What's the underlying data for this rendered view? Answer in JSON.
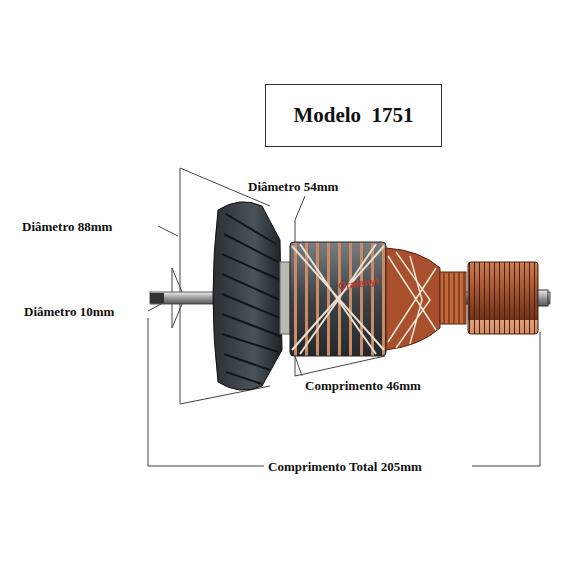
{
  "diagram": {
    "title": "Modelo  1751",
    "labels": [
      "Diâmetro 54mm",
      "Diâmetro 88mm",
      "Diâmetro 10mm",
      "Grafenyl",
      "Comprimento 46mm",
      "Comprimento Total 205mm"
    ]
  }
}
